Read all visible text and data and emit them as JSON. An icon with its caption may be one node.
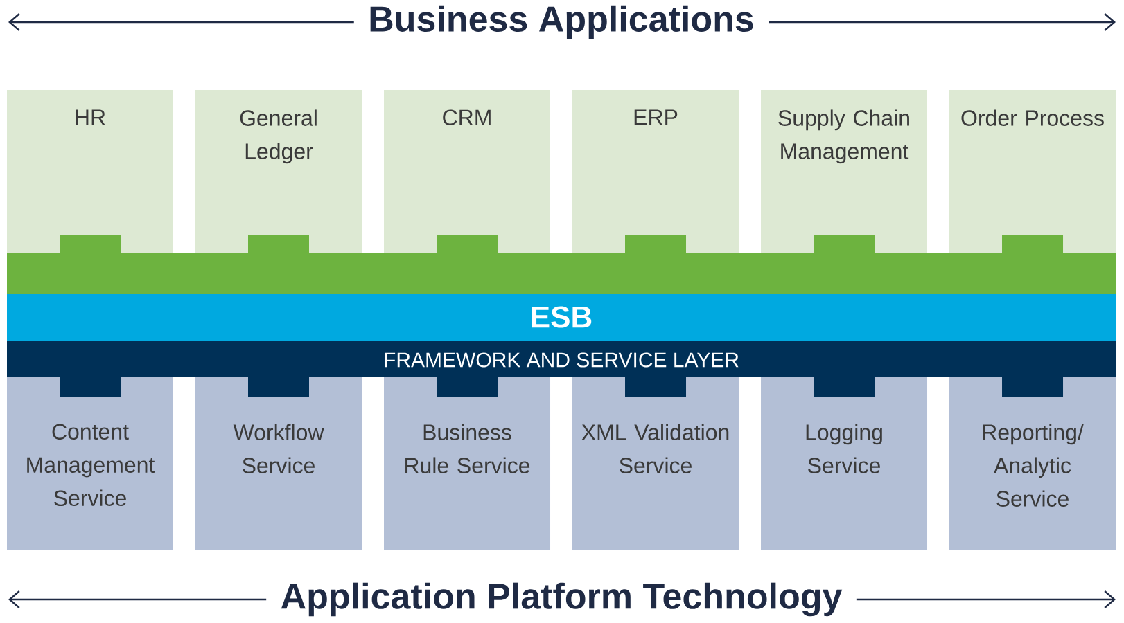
{
  "diagram": {
    "nodes": [
      {
        "text": [
          "HR"
        ]
      },
      {
        "text": [
          "General Ledger"
        ]
      },
      {
        "text": [
          "CRM"
        ]
      },
      {
        "text": [
          "ERP"
        ]
      },
      {
        "text": [
          "Supply Chain Management"
        ]
      },
      {
        "text": [
          "Order Process"
        ]
      },
      {
        "text": [
          "ESB"
        ]
      },
      {
        "text": [
          "FRAMEWORK AND SERVICE LAYER"
        ]
      },
      {
        "text": [
          "Content Management Service"
        ]
      },
      {
        "text": [
          "Workflow Service"
        ]
      },
      {
        "text": [
          "Business Rule Service"
        ]
      },
      {
        "text": [
          "XML Validation Service"
        ]
      },
      {
        "text": [
          "Logging Service"
        ]
      },
      {
        "text": [
          "Reporting/ Analytic Service"
        ]
      }
    ],
    "edges": [],
    "labels": [
      "Business Applications",
      "Application Platform Technology"
    ]
  }
}
